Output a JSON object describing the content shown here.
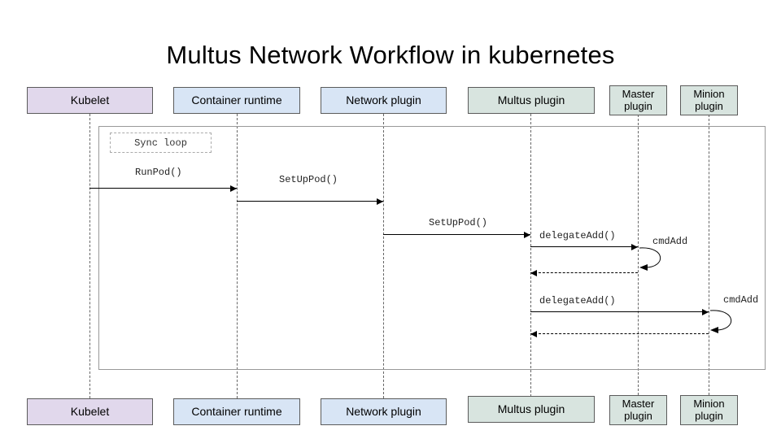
{
  "title": "Multus Network Workflow in kubernetes",
  "diagram_type": "sequence-diagram",
  "participants": [
    {
      "label": "Kubelet",
      "color": "#e1d8ec"
    },
    {
      "label": "Container runtime",
      "color": "#d8e5f5"
    },
    {
      "label": "Network plugin",
      "color": "#d8e5f5"
    },
    {
      "label": "Multus plugin",
      "color": "#d8e4df"
    },
    {
      "label": "Master plugin",
      "color": "#d8e4df"
    },
    {
      "label": "Minion plugin",
      "color": "#d8e4df"
    }
  ],
  "messages": {
    "sync_loop": "Sync loop",
    "run_pod": "RunPod()",
    "setup_pod_1": "SetUpPod()",
    "setup_pod_2": "SetUpPod()",
    "delegate_add_1": "delegateAdd()",
    "cmd_add_1": "cmdAdd",
    "delegate_add_2": "delegateAdd()",
    "cmd_add_2": "cmdAdd"
  },
  "message_flow": [
    {
      "from": "Kubelet",
      "to": "Kubelet",
      "label": "Sync loop",
      "style": "fragment"
    },
    {
      "from": "Kubelet",
      "to": "Container runtime",
      "label": "RunPod()",
      "style": "solid"
    },
    {
      "from": "Container runtime",
      "to": "Network plugin",
      "label": "SetUpPod()",
      "style": "solid"
    },
    {
      "from": "Network plugin",
      "to": "Multus plugin",
      "label": "SetUpPod()",
      "style": "solid"
    },
    {
      "from": "Multus plugin",
      "to": "Master plugin",
      "label": "delegateAdd()",
      "style": "solid"
    },
    {
      "from": "Master plugin",
      "to": "Master plugin",
      "label": "cmdAdd",
      "style": "self-loop"
    },
    {
      "from": "Master plugin",
      "to": "Multus plugin",
      "label": "",
      "style": "dashed-return"
    },
    {
      "from": "Multus plugin",
      "to": "Minion plugin",
      "label": "delegateAdd()",
      "style": "solid"
    },
    {
      "from": "Minion plugin",
      "to": "Minion plugin",
      "label": "cmdAdd",
      "style": "self-loop"
    },
    {
      "from": "Minion plugin",
      "to": "Multus plugin",
      "label": "",
      "style": "dashed-return"
    }
  ],
  "colors": {
    "kubelet_box": "#e1d8ec",
    "runtime_network_box": "#d8e5f5",
    "plugin_box": "#d8e4df",
    "line": "#000000",
    "frame_border": "#999999"
  }
}
